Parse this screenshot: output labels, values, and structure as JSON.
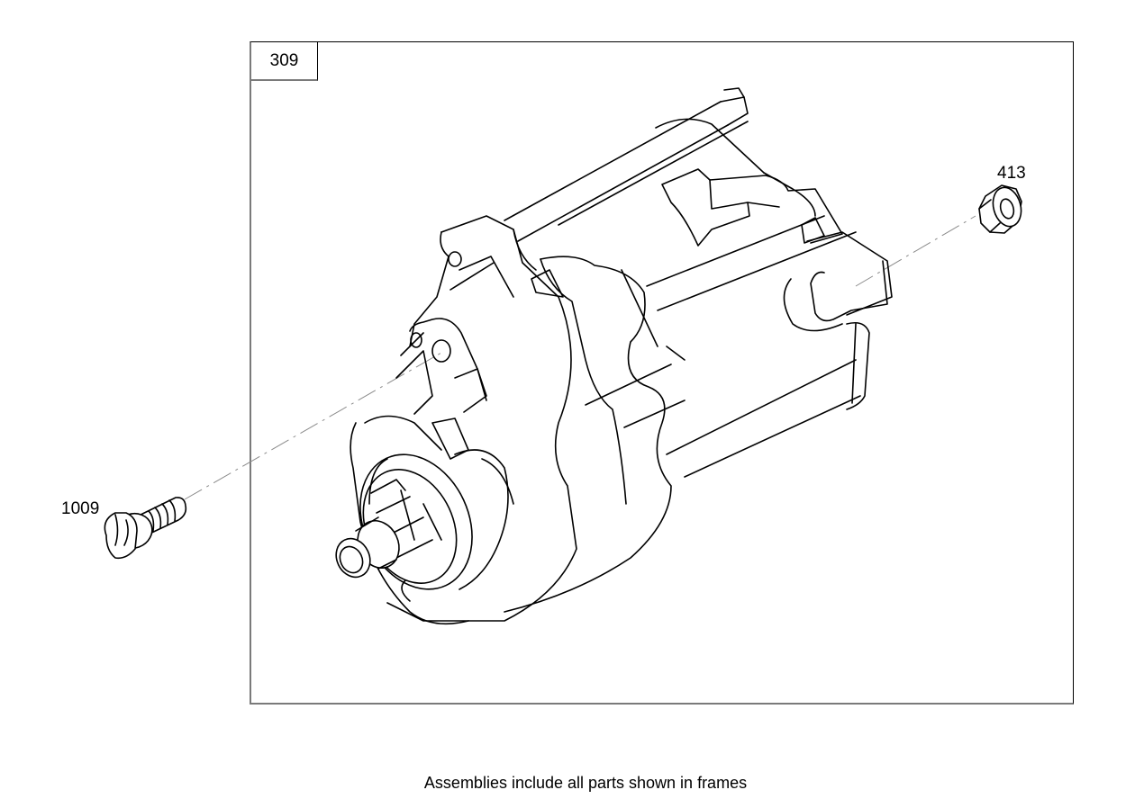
{
  "diagram": {
    "type": "exploded-parts-view",
    "subject": "starter-motor",
    "frame": {
      "label": "309"
    },
    "callouts": [
      {
        "id": "413",
        "label": "413",
        "part": "hex-nut"
      },
      {
        "id": "1009",
        "label": "1009",
        "part": "flanged-bolt"
      }
    ],
    "footer_note": "Assemblies include all parts shown in frames",
    "colors": {
      "line": "#000000",
      "frame_edge_grey": "#7a7a7a",
      "leader_line": "#8a8a8a",
      "background": "#ffffff"
    }
  }
}
